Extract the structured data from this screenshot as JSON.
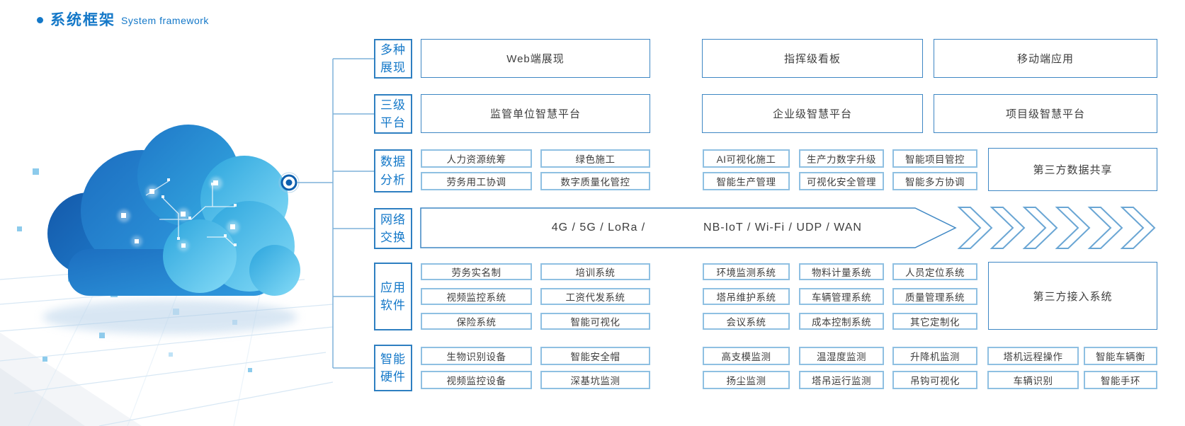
{
  "title": {
    "zh": "系统框架",
    "en": "System framework"
  },
  "colors": {
    "accent": "#1478c8",
    "box_border": "#3e87c4",
    "small_box_border": "#8fc0e2",
    "box_text": "#3e3e3e",
    "cloud_dark_blue": "#1459aa",
    "cloud_cyan": "#86dcf7"
  },
  "icons": {
    "bullet": "bullet-dot-icon",
    "hub": "hub-ring-icon",
    "chevrons": "chevron-right-icon"
  },
  "levels": {
    "display": {
      "label": "多种\n展现",
      "items": [
        "Web端展现",
        "指挥级看板",
        "移动端应用"
      ]
    },
    "platform": {
      "label": "三级\n平台",
      "items": [
        "监管单位智慧平台",
        "企业级智慧平台",
        "项目级智慧平台"
      ]
    },
    "data_analysis": {
      "label": "数据\n分析",
      "rows": [
        {
          "left": [
            "人力资源统筹",
            "绿色施工"
          ],
          "right": [
            "AI可视化施工",
            "生产力数字升级",
            "智能项目管控"
          ]
        },
        {
          "left": [
            "劳务用工协调",
            "数字质量化管控"
          ],
          "right": [
            "智能生产管理",
            "可视化安全管理",
            "智能多方协调"
          ]
        }
      ],
      "side": "第三方数据共享"
    },
    "network": {
      "label": "网络\n交换",
      "left_text": "4G / 5G / LoRa /",
      "right_text": "NB-IoT / Wi-Fi / UDP / WAN"
    },
    "software": {
      "label": "应用\n软件",
      "rows": [
        {
          "left": [
            "劳务实名制",
            "培训系统"
          ],
          "right": [
            "环境监测系统",
            "物料计量系统",
            "人员定位系统"
          ]
        },
        {
          "left": [
            "视频监控系统",
            "工资代发系统"
          ],
          "right": [
            "塔吊维护系统",
            "车辆管理系统",
            "质量管理系统"
          ]
        },
        {
          "left": [
            "保险系统",
            "智能可视化"
          ],
          "right": [
            "会议系统",
            "成本控制系统",
            "其它定制化"
          ]
        }
      ],
      "side": "第三方接入系统"
    },
    "hardware": {
      "label": "智能\n硬件",
      "rows": [
        [
          "生物识别设备",
          "智能安全帽",
          "高支模监测",
          "温湿度监测",
          "升降机监测",
          "塔机远程操作",
          "智能车辆衡"
        ],
        [
          "视频监控设备",
          "深基坑监测",
          "扬尘监测",
          "塔吊运行监测",
          "吊钩可视化",
          "车辆识别",
          "智能手环"
        ]
      ]
    }
  }
}
